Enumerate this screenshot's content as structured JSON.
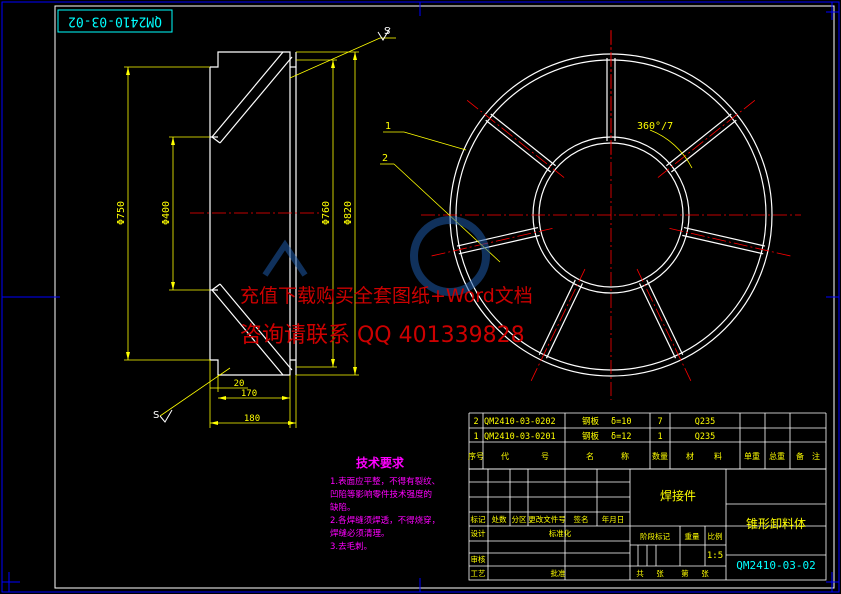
{
  "drawing": {
    "code_rotated": "QM2410-03-02",
    "dims": {
      "d750": "Φ750",
      "d400": "Φ400",
      "d760": "Φ760",
      "d820": "Φ820",
      "w20": "20",
      "w170": "170",
      "w180": "180",
      "angle": "360°/7"
    },
    "roughness": {
      "top": "S",
      "bottom": "S"
    },
    "balloons": [
      "1",
      "2"
    ],
    "watermark": {
      "line1": "充值下载购买全套图纸+Word文档",
      "line2": "咨询请联系 QQ 401339828"
    }
  },
  "notes": {
    "title": "技术要求",
    "lines": [
      "1.表面应平整，不得有裂纹、",
      "凹陷等影响零件技术强度的",
      "缺陷。",
      "2.各焊缝须焊透，不得烧穿，",
      "焊缝必须清理。",
      "3.去毛刺。"
    ]
  },
  "bom": {
    "rows": [
      {
        "no": "2",
        "code": "QM2410-03-0202",
        "name": "钢板",
        "spec": "δ=10",
        "qty": "7",
        "mat": "Q235"
      },
      {
        "no": "1",
        "code": "QM2410-03-0201",
        "name": "钢板",
        "spec": "δ=12",
        "qty": "1",
        "mat": "Q235"
      }
    ],
    "header": [
      "序号",
      "代",
      "号",
      "名",
      "称",
      "数量",
      "材",
      "料",
      "单重",
      "总重",
      "备",
      "注"
    ]
  },
  "title_block": {
    "part_type": "焊接件",
    "part_name": "锥形卸料体",
    "drawing_no": "QM2410-03-02",
    "scale": "1:5",
    "rev_labels": [
      "标记",
      "处数",
      "分区",
      "更改文件号",
      "签名",
      "年月日"
    ],
    "row_labels": [
      "设计",
      "标准化",
      "审核",
      "工艺",
      "批准"
    ],
    "stage_labels": [
      "阶段标记",
      "重量",
      "比例"
    ],
    "sheet_labels": [
      "共",
      "张",
      "第",
      "张"
    ]
  },
  "colors": {
    "frame": "#0000ff",
    "part": "#ffffff",
    "dim": "#ffff00",
    "center": "#ff0000",
    "table": "#ffffff",
    "table_text": "#ffff00",
    "notes": "#ff00ff",
    "watermark": "#cc0000",
    "blueprint_text": "#00ffff"
  }
}
